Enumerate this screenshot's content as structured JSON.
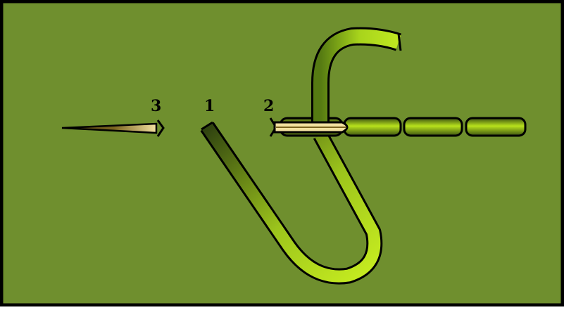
{
  "colors": {
    "background": "#6f8f2e",
    "frame": "#000000",
    "thread_light": "#b8e21c",
    "thread_dark": "#3c5212",
    "needle_dark": "#4a3a0e",
    "needle_light": "#f3e2a0"
  },
  "labels": {
    "step_1": "1",
    "step_2": "2",
    "step_3": "3"
  },
  "icons": {
    "needle_left": "embroidery-needle-icon",
    "needle_right": "embroidery-needle-icon"
  },
  "stitches": {
    "completed_count": 3
  }
}
